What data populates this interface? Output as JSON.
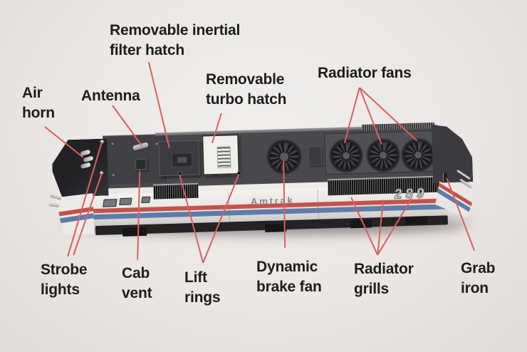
{
  "figure": {
    "type": "annotated-photo-diagram",
    "subject": "Top view of an Amtrak model locomotive with labeled parts",
    "background_color": "#eae7e4",
    "leader_line_color": "#dd5f5c",
    "label_text_color": "#1d1d1d"
  },
  "labels": {
    "inertial_hatch": {
      "line1": "Removable inertial",
      "line2": "filter hatch"
    },
    "turbo_hatch": {
      "line1": "Removable",
      "line2": "turbo hatch"
    },
    "radiator_fans": {
      "line1": "Radiator fans",
      "line2": ""
    },
    "air_horn": {
      "line1": "Air",
      "line2": "horn"
    },
    "antenna": {
      "line1": "Antenna",
      "line2": ""
    },
    "strobe_lights": {
      "line1": "Strobe",
      "line2": "lights"
    },
    "cab_vent": {
      "line1": "Cab",
      "line2": "vent"
    },
    "lift_rings": {
      "line1": "Lift",
      "line2": "rings"
    },
    "dynamic_brake_fan": {
      "line1": "Dynamic",
      "line2": "brake fan"
    },
    "radiator_grills": {
      "line1": "Radiator",
      "line2": "grills"
    },
    "grab_iron": {
      "line1": "Grab",
      "line2": "iron"
    }
  },
  "locomotive": {
    "operator_marking": "Amtrak",
    "road_number": "289",
    "livery_colors": {
      "stripe_red": "#c4524b",
      "stripe_blue": "#5e7cab",
      "body": "#eceae7",
      "roof": "#49494d"
    }
  }
}
